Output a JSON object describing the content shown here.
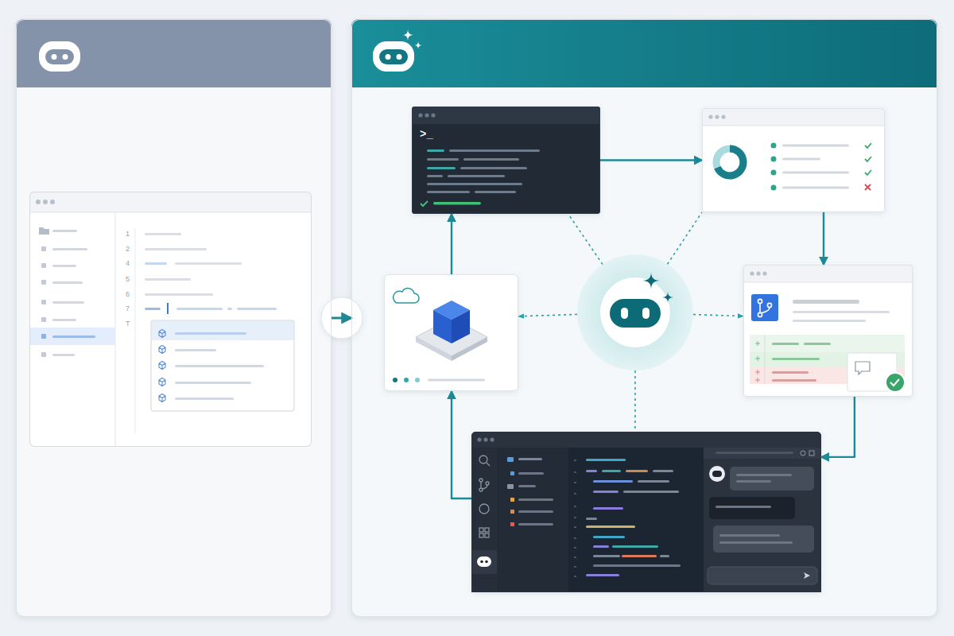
{
  "diagram": {
    "nodes": [
      {
        "text": []
      },
      {
        "text": [],
        "in": 0
      },
      {
        "text": []
      },
      {
        "text": [
          ">_"
        ],
        "in": 2
      },
      {
        "text": [],
        "in": 2
      },
      {
        "text": [],
        "in": 2
      },
      {
        "text": [],
        "in": 2
      },
      {
        "text": [],
        "in": 2
      },
      {
        "text": [],
        "in": 2
      }
    ],
    "edges": [
      {
        "from": 0,
        "to": 2,
        "arrow": "to"
      },
      {
        "from": 3,
        "to": 4,
        "arrow": "to"
      },
      {
        "from": 4,
        "to": 7,
        "arrow": "to"
      },
      {
        "from": 7,
        "to": 8,
        "arrow": "to"
      },
      {
        "from": 8,
        "to": 5,
        "arrow": "to"
      },
      {
        "from": 5,
        "to": 3,
        "arrow": "to"
      },
      {
        "from": 6,
        "to": 3,
        "arrow": "none"
      },
      {
        "from": 6,
        "to": 4,
        "arrow": "none"
      },
      {
        "from": 6,
        "to": 5,
        "arrow": "to"
      },
      {
        "from": 6,
        "to": 7,
        "arrow": "to"
      },
      {
        "from": 6,
        "to": 8,
        "arrow": "none"
      }
    ],
    "labels": [
      "1",
      "2",
      "4",
      "5",
      "6",
      "7",
      "T"
    ]
  }
}
